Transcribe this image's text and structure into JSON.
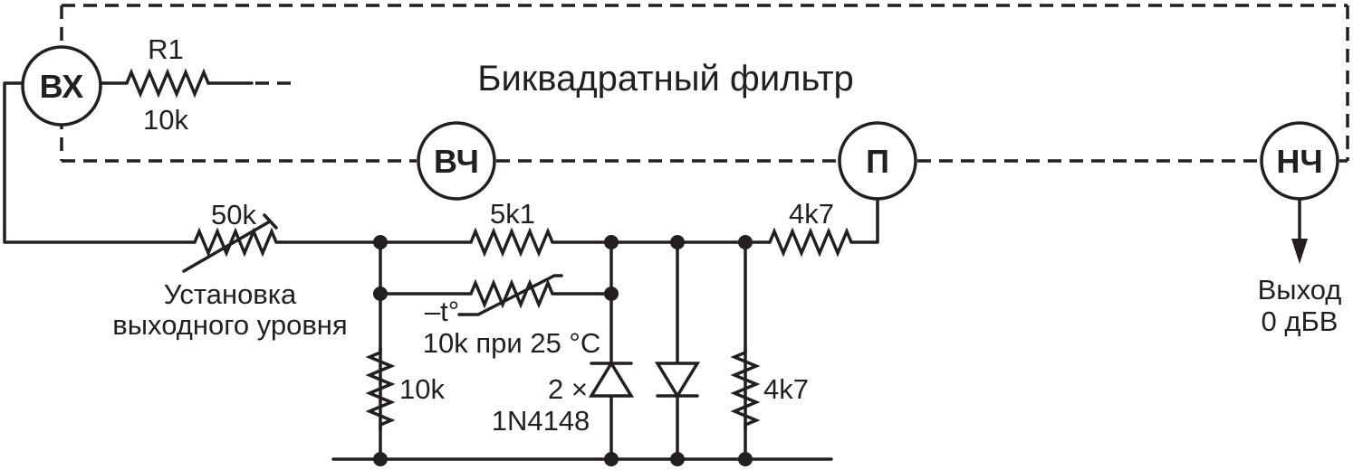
{
  "title": "Биквадратный фильтр",
  "ports": {
    "input": "ВХ",
    "highpass": "ВЧ",
    "bandpass": "П",
    "lowpass": "НЧ"
  },
  "components": {
    "r1_name": "R1",
    "r1_value": "10k",
    "pot_value": "50k",
    "pot_caption_line1": "Установка",
    "pot_caption_line2": "выходного уровня",
    "r_series_value": "5k1",
    "r_out_value": "4k7",
    "thermistor_symbol": "–t°",
    "thermistor_value": "10k при 25 °C",
    "r_shunt_value": "10k",
    "diode_count": "2 ×",
    "diode_part": "1N4148",
    "r_shunt2_value": "4k7"
  },
  "output": {
    "line1": "Выход",
    "line2": "0 дБВ"
  }
}
